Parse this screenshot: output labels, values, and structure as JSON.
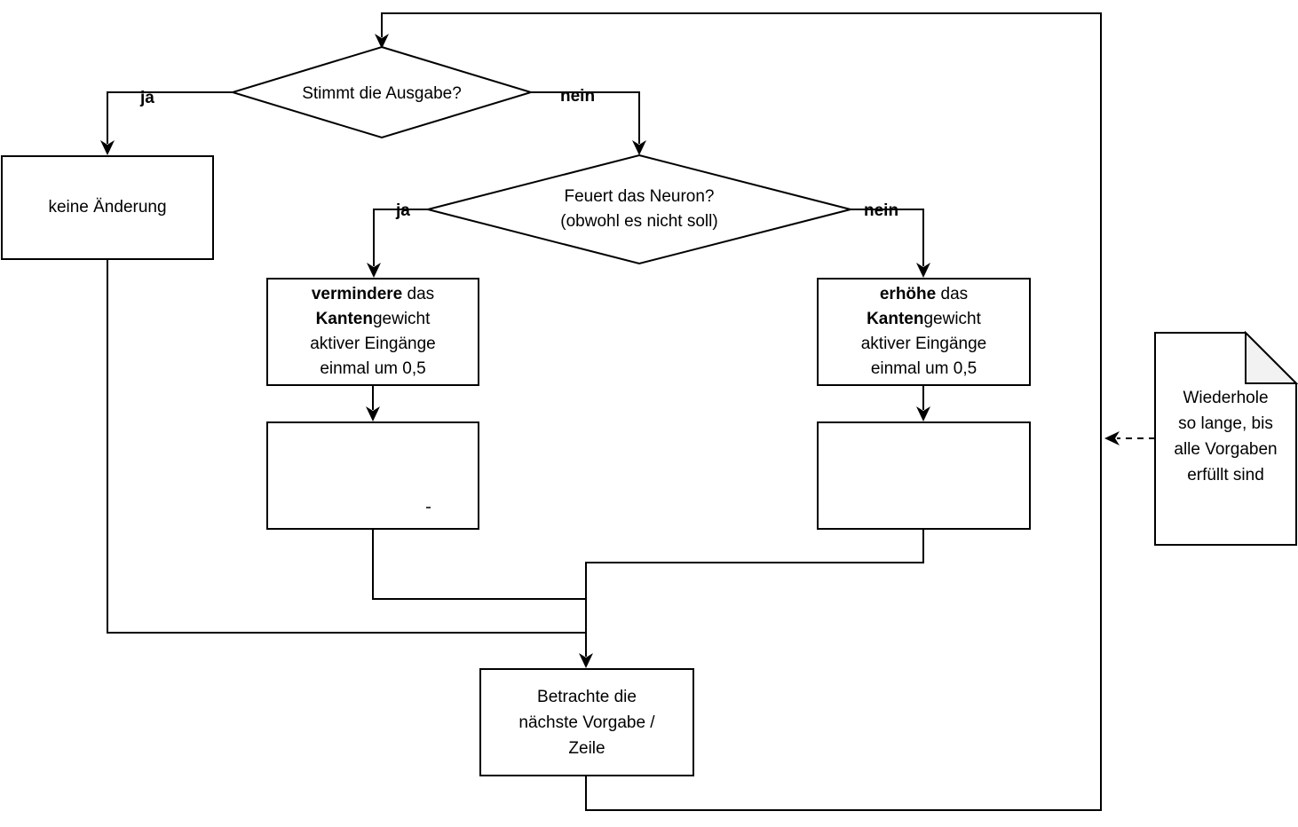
{
  "nodes": {
    "decision_output": {
      "text": "Stimmt die Ausgabe?"
    },
    "decision_fires": {
      "line1": "Feuert das Neuron?",
      "line2": "(obwohl es nicht soll)"
    },
    "labels": {
      "ja_top": "ja",
      "nein_top": "nein",
      "ja_mid": "ja",
      "nein_mid": "nein"
    },
    "process_no_change": {
      "text": "keine Änderung"
    },
    "process_decrease": {
      "line1_bold": "vermindere",
      "line1_rest": " das",
      "line2_bold": "Kanten",
      "line2_rest": "gewicht",
      "line3": "aktiver Eingänge",
      "line4": "einmal um 0,5"
    },
    "process_increase": {
      "line1_bold": "erhöhe",
      "line1_rest": " das",
      "line2_bold": "Kanten",
      "line2_rest": "gewicht",
      "line3": "aktiver Eingänge",
      "line4": "einmal um 0,5"
    },
    "process_next": {
      "line1": "Betrachte die",
      "line2": "nächste Vorgabe /",
      "line3": "Zeile"
    },
    "note_repeat": {
      "line1": "Wiederhole",
      "line2": "so lange, bis",
      "line3": "alle Vorgaben",
      "line4": "erfüllt sind"
    }
  },
  "colors": {
    "stroke": "#000000",
    "node_fill": "#ffffff",
    "note_fold_fill": "#f2f2f2",
    "background": "#ffffff"
  }
}
